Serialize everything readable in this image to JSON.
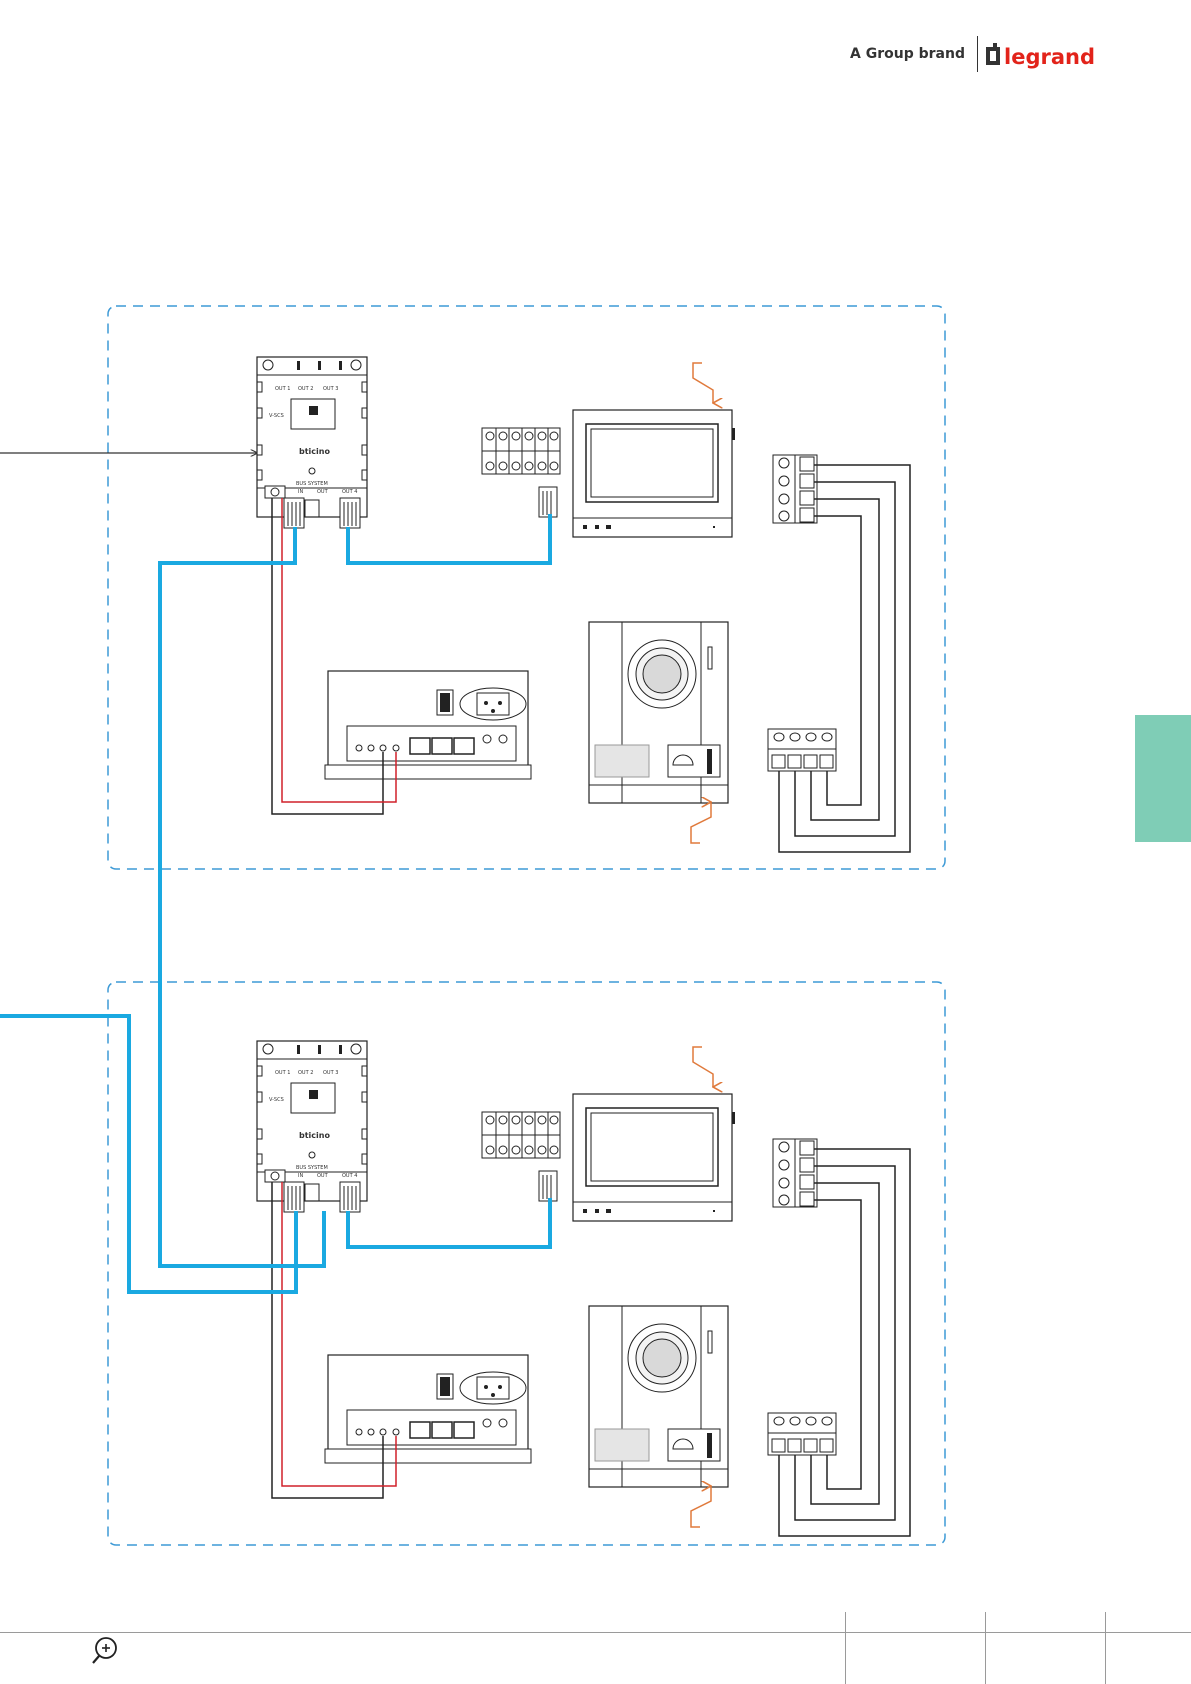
{
  "header": {
    "group_brand": "A Group brand",
    "logo_text": "legrand",
    "logo_color": "#e2231a"
  },
  "device": {
    "brand_label": "bticino",
    "mod_label": "V-SCS",
    "ports": [
      "OUT 1",
      "OUT 2",
      "OUT 3",
      "OUT 4"
    ],
    "bus_label": "BUS SYSTEM",
    "bus_in": "IN",
    "bus_out": "OUT"
  },
  "icons": {
    "zoom": "zoom-in-icon",
    "logo_mark": "legrand-logo-icon"
  },
  "colors": {
    "bus_cable": "#1aa9e1",
    "red_wire": "#d0202a",
    "arrow": "#e07a3c",
    "dashed_border": "#3d9ad6",
    "side_tab": "#7fcdb6"
  }
}
